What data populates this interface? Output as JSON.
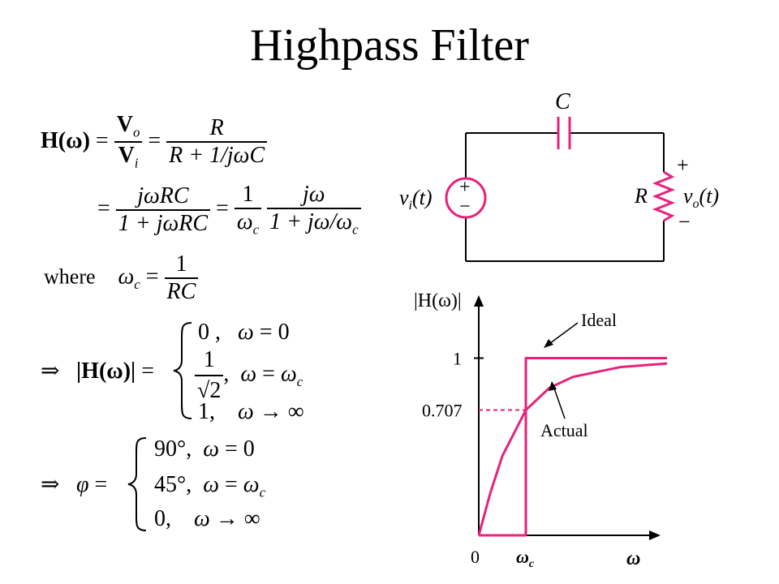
{
  "title": "Highpass Filter",
  "equations": {
    "H_w": "H(ω)",
    "Vo": "V",
    "Vo_sub": "o",
    "Vi": "V",
    "Vi_sub": "i",
    "R": "R",
    "R_plus_1_over_jwC": "R + 1/jωC",
    "jwRC": "jωRC",
    "one_plus_jwRC": "1 + jωRC",
    "one": "1",
    "omega_c": "ω",
    "omega_c_sub": "c",
    "jw": "jω",
    "one_plus_jw_over_wc": "1 + jω/ω",
    "where": "where",
    "RC": "RC",
    "implies": "⇒",
    "magH": "|H(ω)|",
    "cases_mag": [
      "0 ,   ω = 0",
      "1/√2 ,  ω = ω",
      "1,    ω → ∞"
    ],
    "phi": "φ",
    "cases_phase": [
      "90°,   ω = 0",
      "45°,   ω = ω",
      "0,     ω → ∞"
    ]
  },
  "circuit": {
    "capacitor_label": "C",
    "resistor_label": "R",
    "source_label": "v",
    "source_label_sub": "i",
    "source_label_tail": "(t)",
    "output_label": "v",
    "output_label_sub": "o",
    "output_label_tail": "(t)",
    "plus": "+",
    "minus": "−",
    "wire_color": "#000000",
    "component_color": "#e8217c"
  },
  "chart_data": {
    "type": "line",
    "ylabel": "|H(ω)|",
    "xlabel": "ω",
    "x_ticks": [
      "0",
      "ω_c"
    ],
    "y_ticks": [
      "1",
      "0.707"
    ],
    "annotations": [
      "Ideal",
      "Actual"
    ],
    "series": [
      {
        "name": "Ideal",
        "points": [
          [
            0,
            0
          ],
          [
            1,
            0
          ],
          [
            1,
            1
          ],
          [
            4,
            1
          ]
        ]
      },
      {
        "name": "Actual",
        "points": [
          [
            0,
            0
          ],
          [
            0.25,
            0.243
          ],
          [
            0.5,
            0.447
          ],
          [
            1,
            0.707
          ],
          [
            1.5,
            0.832
          ],
          [
            2,
            0.894
          ],
          [
            3,
            0.949
          ],
          [
            4,
            0.97
          ]
        ]
      }
    ],
    "xlim": [
      0,
      4
    ],
    "ylim": [
      0,
      1.3
    ],
    "color": "#e8217c"
  }
}
